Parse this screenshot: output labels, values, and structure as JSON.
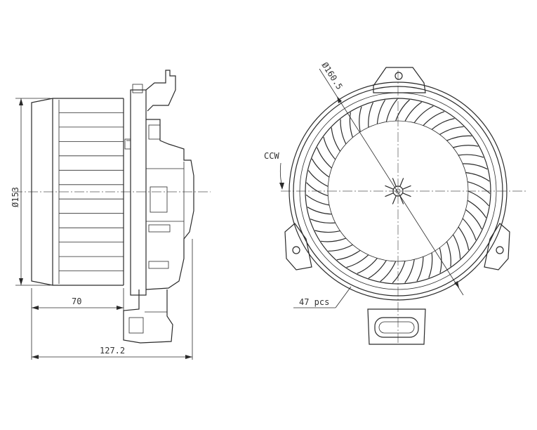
{
  "labels": {
    "diameter_side": "Ø153",
    "width_70": "70",
    "width_total": "127.2",
    "diameter_front": "Ø160.5",
    "rotation": "CCW",
    "blade_count": "47 pcs"
  },
  "fan": {
    "blades": 47
  },
  "side_fins": 12,
  "colors": {
    "line": "#2a2a2a",
    "background": "#ffffff"
  }
}
